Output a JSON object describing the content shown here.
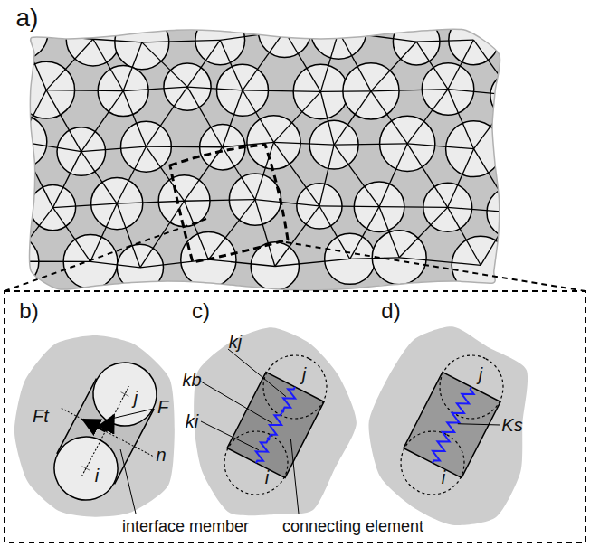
{
  "diagram": {
    "labels": [
      "a)",
      "b)",
      "c)",
      "d)",
      "Ft",
      "F",
      "n",
      "i",
      "j",
      "kj",
      "kb",
      "ki",
      "i",
      "j",
      "Ks",
      "i",
      "j",
      "interface member",
      "connecting element"
    ]
  }
}
